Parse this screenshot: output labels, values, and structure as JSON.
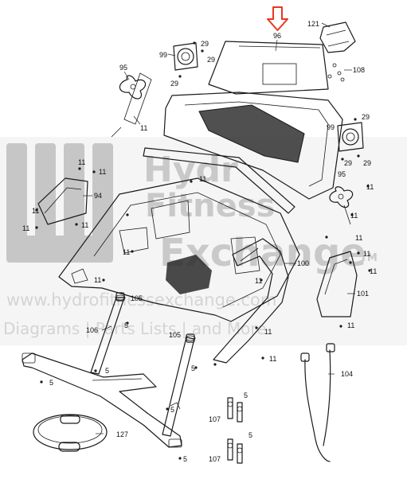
{
  "watermark": {
    "brand_line1": "Hydr",
    "brand_line2": "Fitness",
    "brand_line3": "Exchange",
    "trademark": "TM",
    "url": "www.hydrofitnessexchange.com",
    "tagline": "Diagrams | Parts Lists | and More"
  },
  "colors": {
    "arrow": "#e8381e",
    "ink": "#1a1a1a",
    "watermark": "#c9c9c9"
  },
  "callouts": {
    "c96": "96",
    "c121": "121",
    "c108": "108",
    "c99a": "99",
    "c29a": "29",
    "c29b": "29",
    "c29c": "29",
    "c95a": "95",
    "c11a": "11",
    "c29d": "29",
    "c99b": "99",
    "c29e": "29",
    "c29f": "29",
    "c11b": "11",
    "c11c": "11",
    "c94": "94",
    "c11d": "11",
    "c11e": "11",
    "c11f": "11",
    "c11g": "11",
    "c95b": "95",
    "c11h": "11",
    "c11i": "11",
    "c11j": "11",
    "c100": "100",
    "c101": "101",
    "c11k": "11",
    "c105a": "105",
    "c11l": "11",
    "c11m": "11",
    "c11n": "11",
    "c106": "106",
    "c105b": "105",
    "c5a": "5",
    "c11o": "11",
    "c11p": "11",
    "c5b": "5",
    "c5c": "5",
    "c5d": "5",
    "c104": "104",
    "c5e": "5",
    "c107a": "107",
    "c5f": "5",
    "c127": "127",
    "c5g": "5",
    "c107b": "107"
  }
}
